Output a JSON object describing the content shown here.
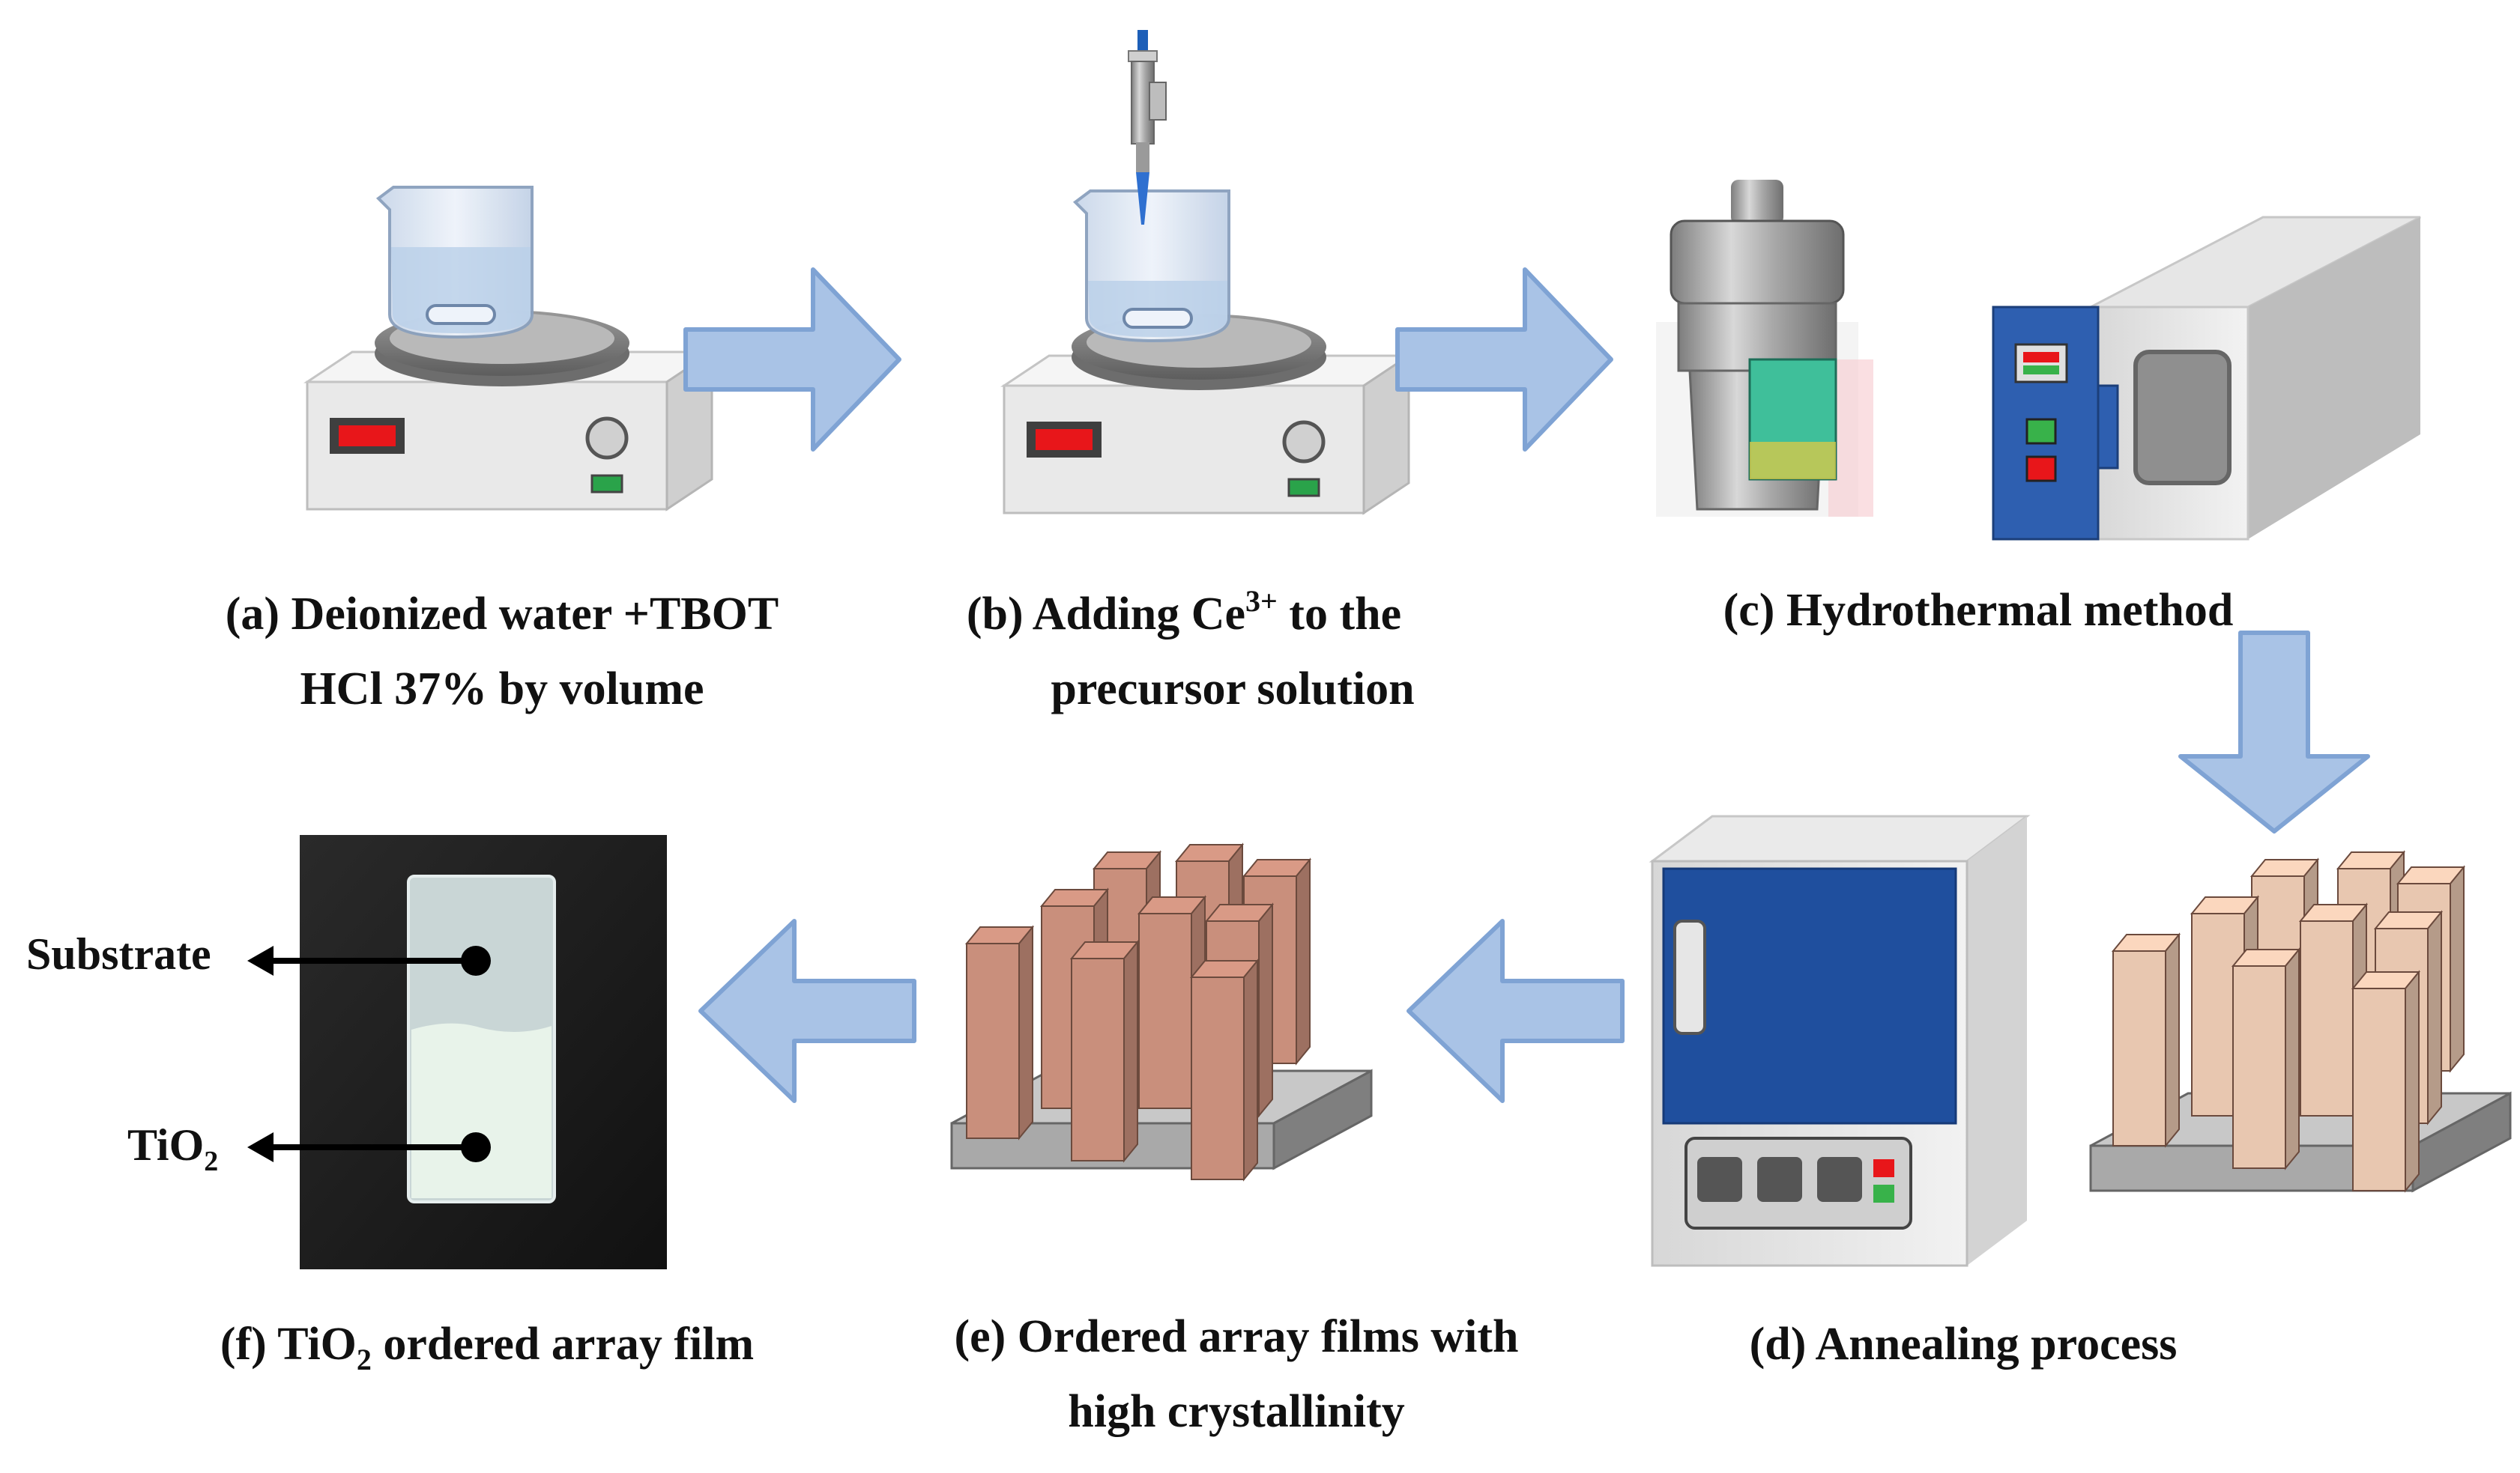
{
  "steps": {
    "a": {
      "line1": "(a) Deionized water +TBOT",
      "line2": "HCl 37% by volume"
    },
    "b": {
      "line1_pre": "(b) Adding Ce",
      "line1_sup": "3+",
      "line1_post": " to the",
      "line2": "precursor solution"
    },
    "c": {
      "line1": "(c) Hydrothermal method"
    },
    "d": {
      "line1": "(d) Annealing process"
    },
    "e": {
      "line1": "(e) Ordered array films with",
      "line2": "high crystallinity"
    },
    "f": {
      "line1_pre": "(f) TiO",
      "line1_sub": "2",
      "line1_post": " ordered array film"
    }
  },
  "photo": {
    "substrate_label": "Substrate",
    "tio2_label_pre": "TiO",
    "tio2_label_sub": "2"
  },
  "colors": {
    "arrow_fill": "#a9c3e6",
    "arrow_stroke": "#7fa3d4",
    "rod_raw": "#e8c7b0",
    "rod_crystal": "#c98f7c",
    "oven_blue": "#2e5fb0",
    "furnace_blue": "#1f4f9e",
    "display_red": "#e8161a"
  }
}
